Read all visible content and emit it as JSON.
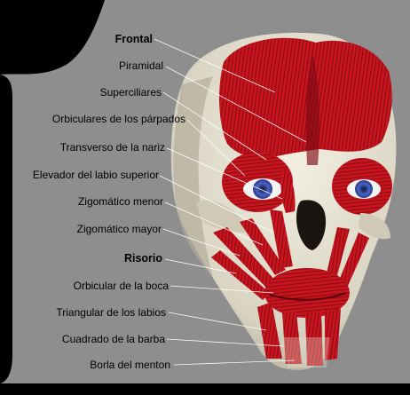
{
  "labels": [
    "Frontal",
    "Piramidal",
    "Superciliares",
    "Orbiculares de los párpados",
    "Transverso de la nariz",
    "Elevador del labio  superior",
    "Zigomático menor",
    "Zigomático mayor",
    "Risorio",
    "Orbicular de la boca",
    "Triangular de los labios",
    "Cuadrado de la barba",
    "Borla del menton"
  ],
  "colors": {
    "background_panel": "#8e8e8e",
    "dark_corner": "#000000",
    "skull_bone": "#e6e2d2",
    "muscle_red": "#c8141e",
    "muscle_dark": "#7e0a12",
    "eye_iris": "#3b4ea6",
    "leader_line": "#ffffff"
  }
}
